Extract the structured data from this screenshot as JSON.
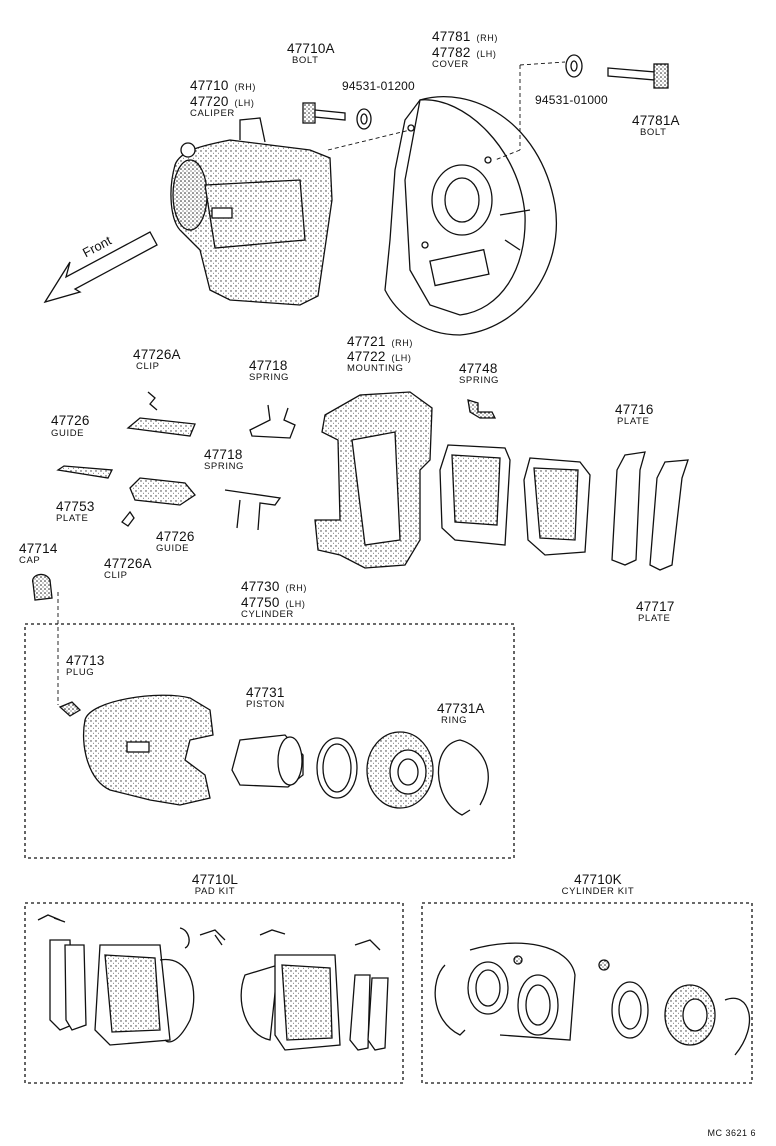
{
  "orientation_label": "Front",
  "footer_code": "MC 3621 6",
  "parts": {
    "bolt_a": {
      "number": "47710A",
      "name": "BOLT"
    },
    "caliper": {
      "number_rh": "47710",
      "number_lh": "47720",
      "rh": "(RH)",
      "lh": "(LH)",
      "name": "CALIPER"
    },
    "washer_1": {
      "number": "94531-01200"
    },
    "cover": {
      "number_rh": "47781",
      "number_lh": "47782",
      "rh": "(RH)",
      "lh": "(LH)",
      "name": "COVER"
    },
    "washer_2": {
      "number": "94531-01000"
    },
    "bolt_b": {
      "number": "47781A",
      "name": "BOLT"
    },
    "clip_a": {
      "number": "47726A",
      "name": "CLIP"
    },
    "spring_1": {
      "number": "47718",
      "name": "SPRING"
    },
    "mounting": {
      "number_rh": "47721",
      "number_lh": "47722",
      "rh": "(RH)",
      "lh": "(LH)",
      "name": "MOUNTING"
    },
    "spring_2": {
      "number": "47748",
      "name": "SPRING"
    },
    "plate_1": {
      "number": "47716",
      "name": "PLATE"
    },
    "guide_1": {
      "number": "47726",
      "name": "GUIDE"
    },
    "spring_3": {
      "number": "47718",
      "name": "SPRING"
    },
    "plate_2": {
      "number": "47753",
      "name": "PLATE"
    },
    "guide_2": {
      "number": "47726",
      "name": "GUIDE"
    },
    "clip_b": {
      "number": "47726A",
      "name": "CLIP"
    },
    "cap": {
      "number": "47714",
      "name": "CAP"
    },
    "cylinder": {
      "number_rh": "47730",
      "number_lh": "47750",
      "rh": "(RH)",
      "lh": "(LH)",
      "name": "CYLINDER"
    },
    "plate_3": {
      "number": "47717",
      "name": "PLATE"
    },
    "plug": {
      "number": "47713",
      "name": "PLUG"
    },
    "piston": {
      "number": "47731",
      "name": "PISTON"
    },
    "ring": {
      "number": "47731A",
      "name": "RING"
    },
    "pad_kit": {
      "number": "47710L",
      "name": "PAD KIT"
    },
    "cyl_kit": {
      "number": "47710K",
      "name": "CYLINDER KIT"
    }
  }
}
